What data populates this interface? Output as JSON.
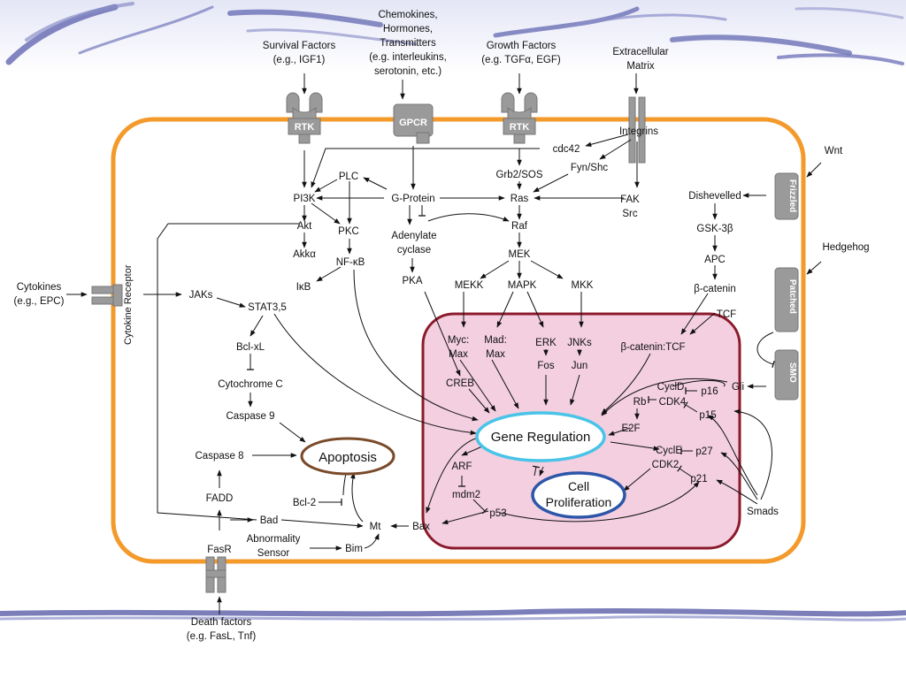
{
  "extracellular": {
    "survival_factors": [
      "Survival Factors",
      "(e.g., IGF1)"
    ],
    "chemokines": [
      "Chemokines,",
      "Hormones,",
      "Transmitters",
      "(e.g. interleukins,",
      "serotonin, etc.)"
    ],
    "growth_factors": [
      "Growth Factors",
      "(e.g. TGFα, EGF)"
    ],
    "extracellular_matrix": [
      "Extracellular",
      "Matrix"
    ],
    "wnt": "Wnt",
    "hedgehog": "Hedgehog",
    "cytokines": [
      "Cytokines",
      "(e.g., EPC)"
    ],
    "death_factors": [
      "Death factors",
      "(e.g. FasL, Tnf)"
    ]
  },
  "receptors": {
    "rtk1": "RTK",
    "gpcr": "GPCR",
    "rtk2": "RTK",
    "integrins": "Integrins",
    "frizzled": "Frizzled",
    "patched": "Patched",
    "smo": "SMO",
    "cytokine_receptor": "Cytokine Receptor",
    "fasr": "FasR"
  },
  "cytoplasm": {
    "cdc42": "cdc42",
    "grb2_sos": "Grb2/SOS",
    "fyn_shc": "Fyn/Shc",
    "plc": "PLC",
    "pi3k": "PI3K",
    "g_protein": "G-Protein",
    "ras": "Ras",
    "fak": "FAK",
    "src": "Src",
    "akt": "Akt",
    "pkc": "PKC",
    "adenylate_cyclase": [
      "Adenylate",
      "cyclase"
    ],
    "raf": "Raf",
    "akka": "Akkα",
    "nfkb": "NF-κB",
    "mek": "MEK",
    "ikb": "IκB",
    "pka": "PKA",
    "mekk": "MEKK",
    "mapk": "MAPK",
    "mkk": "MKK",
    "jaks": "JAKs",
    "stat": "STAT3,5",
    "bcl_xl": "Bcl-xL",
    "cytochrome_c": "Cytochrome C",
    "caspase9": "Caspase 9",
    "caspase8": "Caspase 8",
    "fadd": "FADD",
    "bad": "Bad",
    "bcl2": "Bcl-2",
    "mt": "Mt",
    "bim": "Bim",
    "abnormality_sensor": [
      "Abnormality",
      "Sensor"
    ],
    "bax": "Bax",
    "apoptosis": "Apoptosis",
    "dishevelled": "Dishevelled",
    "gsk3b": "GSK-3β",
    "apc": "APC",
    "b_catenin": "β-catenin",
    "tcf": "TCF",
    "gli": "Gli",
    "smads": "Smads"
  },
  "nucleus": {
    "myc_max": [
      "Myc:",
      "Max"
    ],
    "mad_max": [
      "Mad:",
      "Max"
    ],
    "erk": "ERK",
    "fos": "Fos",
    "jnks": "JNKs",
    "jun": "Jun",
    "b_catenin_tcf": "β-catenin:TCF",
    "creb": "CREB",
    "gene_regulation": "Gene Regulation",
    "cycld": "CyclD",
    "cdk4": "CDK4",
    "p16": "p16",
    "p15": "p15",
    "rb": "Rb",
    "e2f": "E2F",
    "cycle": "CyclE",
    "cdk2": "CDK2",
    "p27": "p27",
    "p21": "p21",
    "arf": "ARF",
    "mdm2": "mdm2",
    "p53": "p53",
    "cell_proliferation": [
      "Cell",
      "Proliferation"
    ]
  },
  "colors": {
    "membrane": "#f39a2b",
    "nucleus_fill": "#f3cfe0",
    "nucleus_border": "#8b1a2b",
    "gene_reg_border": "#48c4e8",
    "cell_prolif_border": "#2d56a8",
    "apoptosis_border": "#7a4a2a",
    "receptor": "#9a9a9a",
    "wave": "#5a5ea8"
  }
}
